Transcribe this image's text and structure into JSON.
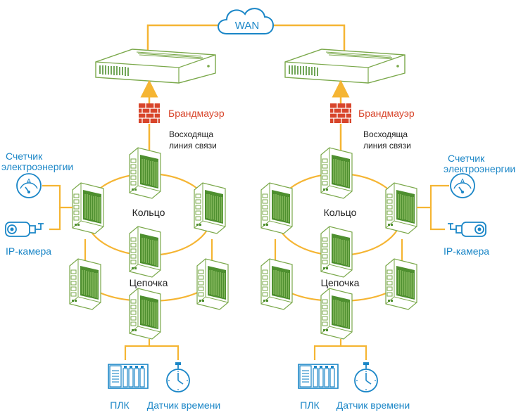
{
  "colors": {
    "link": "#f5b533",
    "device_outline": "#7aa84a",
    "device_fill": "#4e8f2f",
    "accent_blue": "#1a86c7",
    "firewall_red": "#d8452b",
    "text": "#222222"
  },
  "cloud": {
    "label": "WAN",
    "icon": "cloud-icon"
  },
  "left": {
    "firewall_label": "Брандмауэр",
    "uplink_line1": "Восходяща",
    "uplink_line2": "линия связи",
    "ring_label": "Кольцо",
    "chain_label": "Цепочка",
    "meter_line1": "Счетчик",
    "meter_line2": "электроэнергии",
    "camera_label": "IP-камера",
    "plc_label": "ПЛК",
    "timer_label": "Датчик времени"
  },
  "right": {
    "firewall_label": "Брандмауэр",
    "uplink_line1": "Восходяща",
    "uplink_line2": "линия связи",
    "ring_label": "Кольцо",
    "chain_label": "Цепочка",
    "meter_line1": "Счетчик",
    "meter_line2": "электроэнергии",
    "camera_label": "IP-камера",
    "plc_label": "ПЛК",
    "timer_label": "Датчик времени"
  },
  "icons": [
    "router-icon",
    "firewall-icon",
    "switch-icon",
    "meter-icon",
    "ip-camera-icon",
    "plc-icon",
    "stopwatch-icon"
  ]
}
